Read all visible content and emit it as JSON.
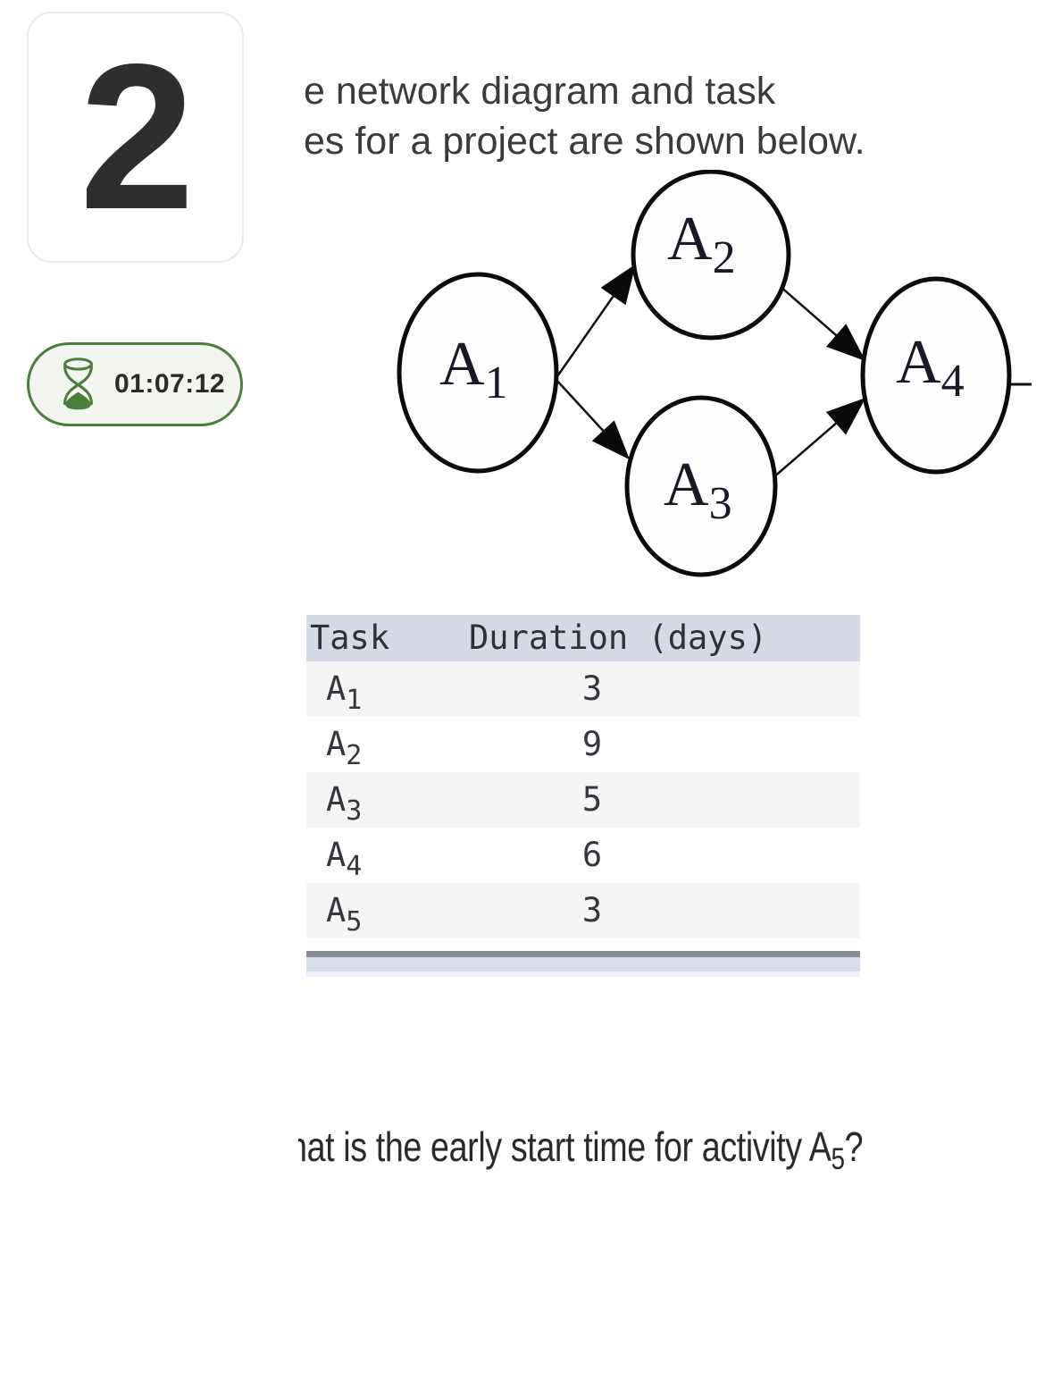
{
  "question_number": "2",
  "timer": {
    "time": "01:07:12",
    "icon": "hourglass-icon"
  },
  "question_intro": {
    "line1": "e network diagram and task",
    "line2": "es for a project are shown below."
  },
  "diagram": {
    "nodes": [
      {
        "id": "A1",
        "label": "A",
        "sub": "1"
      },
      {
        "id": "A2",
        "label": "A",
        "sub": "2"
      },
      {
        "id": "A3",
        "label": "A",
        "sub": "3"
      },
      {
        "id": "A4",
        "label": "A",
        "sub": "4"
      }
    ],
    "edges": [
      {
        "from": "A1",
        "to": "A2"
      },
      {
        "from": "A1",
        "to": "A3"
      },
      {
        "from": "A2",
        "to": "A4"
      },
      {
        "from": "A3",
        "to": "A4"
      },
      {
        "from": "A4",
        "to": "offscreen-right"
      }
    ]
  },
  "table": {
    "headers": {
      "task": "Task",
      "duration": "Duration (days)"
    },
    "rows": [
      {
        "task": "A",
        "sub": "1",
        "duration": "3"
      },
      {
        "task": "A",
        "sub": "2",
        "duration": "9"
      },
      {
        "task": "A",
        "sub": "3",
        "duration": "5"
      },
      {
        "task": "A",
        "sub": "4",
        "duration": "6"
      },
      {
        "task": "A",
        "sub": "5",
        "duration": "3"
      }
    ]
  },
  "question_bottom": {
    "prefix": "hat is the early start time for activity A",
    "sub": "5",
    "suffix": "?"
  },
  "colors": {
    "timer_green": "#4b7d3b",
    "timer_bg": "#f3f5f0",
    "header_bg": "#d5dae4",
    "stripe_bg": "#f5f5f6",
    "bar_dark": "#868c98",
    "bar_light": "#d9dee9",
    "bar_faint": "#edf1fb",
    "text_dark": "#2e2e2e"
  }
}
